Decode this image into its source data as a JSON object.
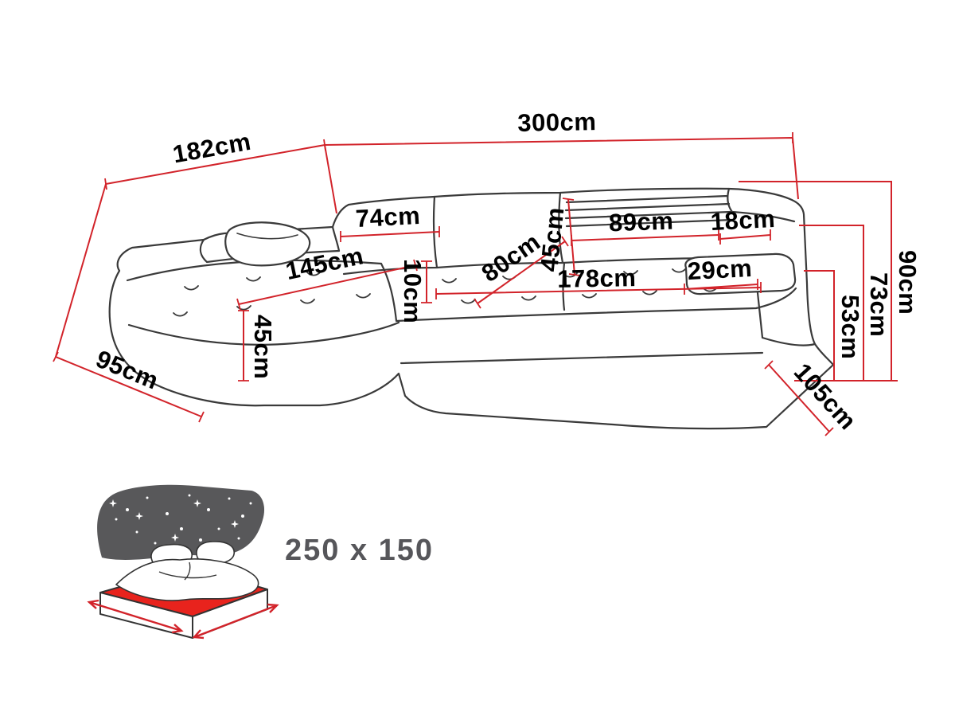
{
  "diagram_title": "Corner sofa dimension diagram",
  "colors": {
    "dimension_line": "#d2232a",
    "sofa_outline": "#3a3a3a",
    "mattress_red": "#e8231d",
    "night_sky": "#58585a",
    "label_text": "#000000",
    "sleeping_text": "#56565a"
  },
  "dimensions": {
    "total_width": "300cm",
    "side_depth_left": "182cm",
    "back_cushion_left": "74cm",
    "back_cushion_right": "89cm",
    "headrest_width": "18cm",
    "backrest_cushion_height": "45cm",
    "total_height": "90cm",
    "backrest_height": "73cm",
    "armrest_height": "53cm",
    "chaise_length": "145cm",
    "seat_depth": "80cm",
    "seat_thickness": "10cm",
    "seat_width": "178cm",
    "armrest_cushion_width": "29cm",
    "seat_height": "45cm",
    "chaise_width": "95cm",
    "side_depth_right": "105cm"
  },
  "sleeping_area": {
    "label": "250 x 150"
  }
}
